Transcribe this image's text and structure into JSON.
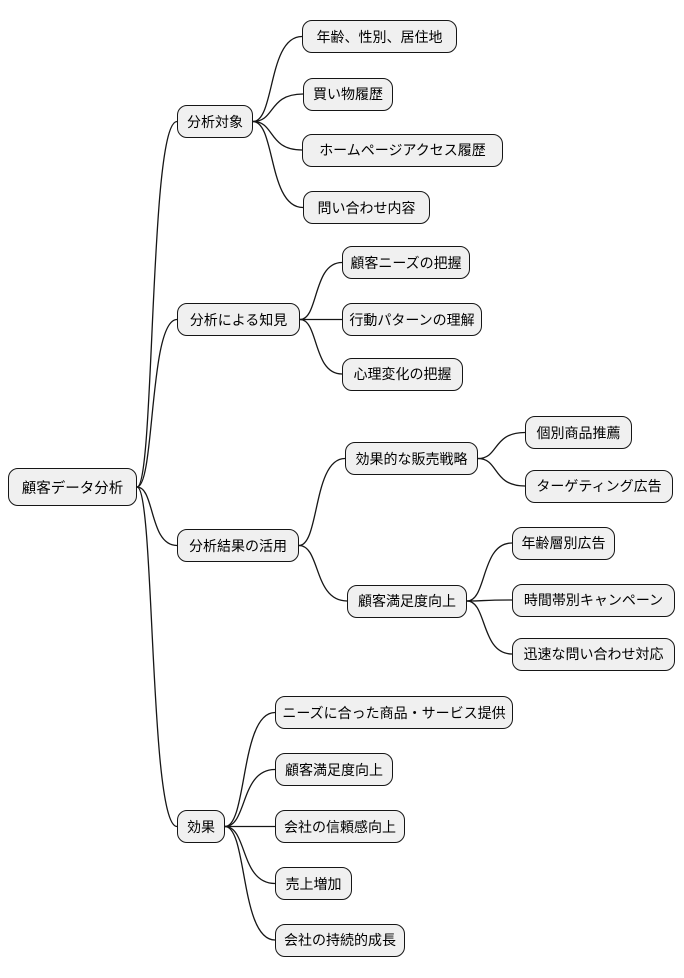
{
  "style": {
    "node_fill": "#f0f0f0",
    "node_border": "#161616",
    "line_color": "#161616",
    "text_color": "#000000",
    "background": "#ffffff"
  },
  "mindmap": {
    "root": {
      "label": "顧客データ分析",
      "children": [
        {
          "label": "分析対象",
          "children": [
            {
              "label": "年齢、性別、居住地"
            },
            {
              "label": "買い物履歴"
            },
            {
              "label": "ホームページアクセス履歴"
            },
            {
              "label": "問い合わせ内容"
            }
          ]
        },
        {
          "label": "分析による知見",
          "children": [
            {
              "label": "顧客ニーズの把握"
            },
            {
              "label": "行動パターンの理解"
            },
            {
              "label": "心理変化の把握"
            }
          ]
        },
        {
          "label": "分析結果の活用",
          "children": [
            {
              "label": "効果的な販売戦略",
              "children": [
                {
                  "label": "個別商品推薦"
                },
                {
                  "label": "ターゲティング広告"
                }
              ]
            },
            {
              "label": "顧客満足度向上",
              "children": [
                {
                  "label": "年齢層別広告"
                },
                {
                  "label": "時間帯別キャンペーン"
                },
                {
                  "label": "迅速な問い合わせ対応"
                }
              ]
            }
          ]
        },
        {
          "label": "効果",
          "children": [
            {
              "label": "ニーズに合った商品・サービス提供"
            },
            {
              "label": "顧客満足度向上"
            },
            {
              "label": "会社の信頼感向上"
            },
            {
              "label": "売上増加"
            },
            {
              "label": "会社の持続的成長"
            }
          ]
        }
      ]
    }
  }
}
